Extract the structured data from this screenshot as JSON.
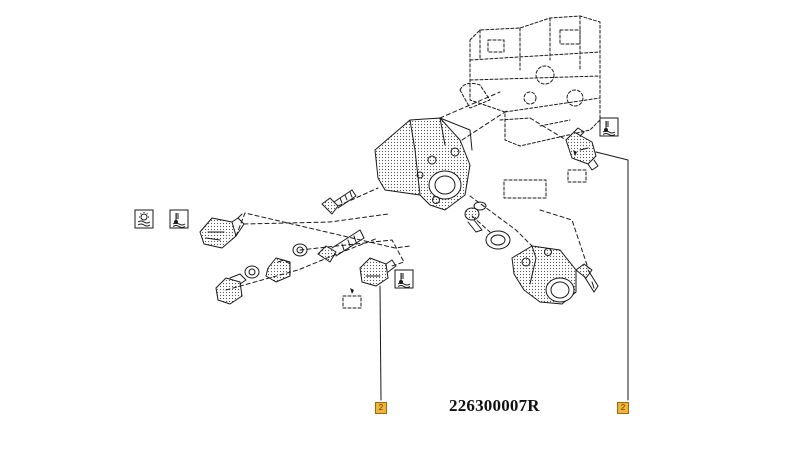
{
  "diagram": {
    "part_number": "226300007R",
    "callouts": [
      {
        "id": "callout-left",
        "label": "2"
      },
      {
        "id": "callout-right",
        "label": "2"
      }
    ]
  },
  "colors": {
    "line": "#1a1a1a",
    "callout_fill": "#f3b33a",
    "callout_border": "#9a6a10",
    "background": "#ffffff"
  },
  "icons": [
    "temperature-gauge-icon",
    "coolant-temperature-icon",
    "pressure-gauge-icon"
  ]
}
